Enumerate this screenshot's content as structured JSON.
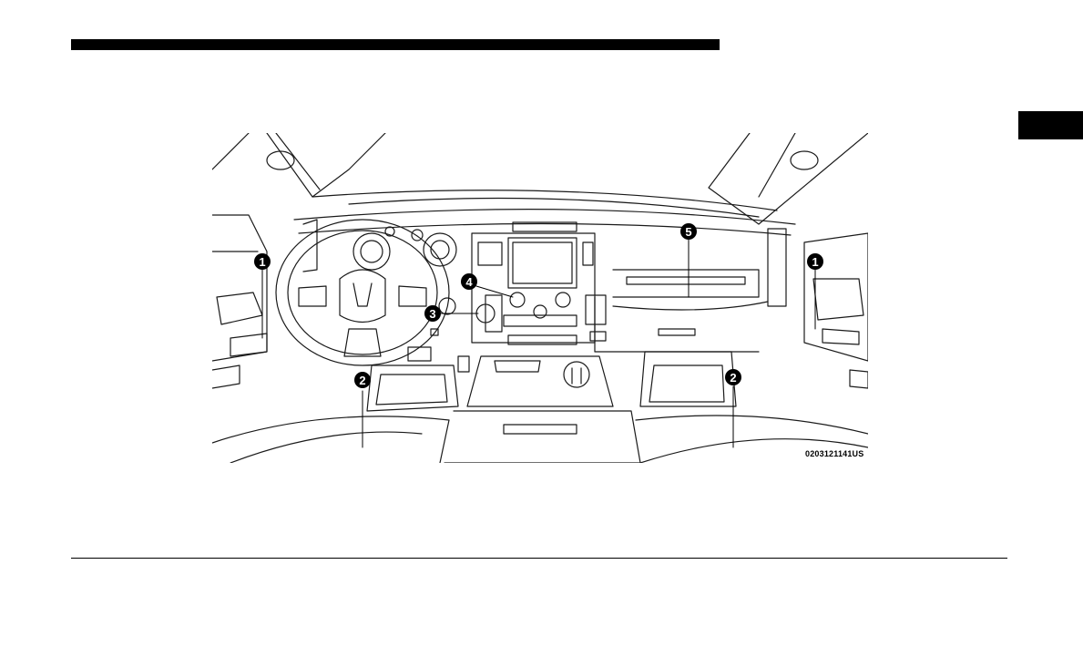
{
  "figure": {
    "code": "0203121141US",
    "callouts": [
      {
        "number": "1"
      },
      {
        "number": "2"
      },
      {
        "number": "3"
      },
      {
        "number": "4"
      },
      {
        "number": "5"
      },
      {
        "number": "1"
      },
      {
        "number": "2"
      }
    ]
  },
  "colors": {
    "ink": "#000000",
    "paper": "#ffffff",
    "line": "#1a1a1a"
  }
}
